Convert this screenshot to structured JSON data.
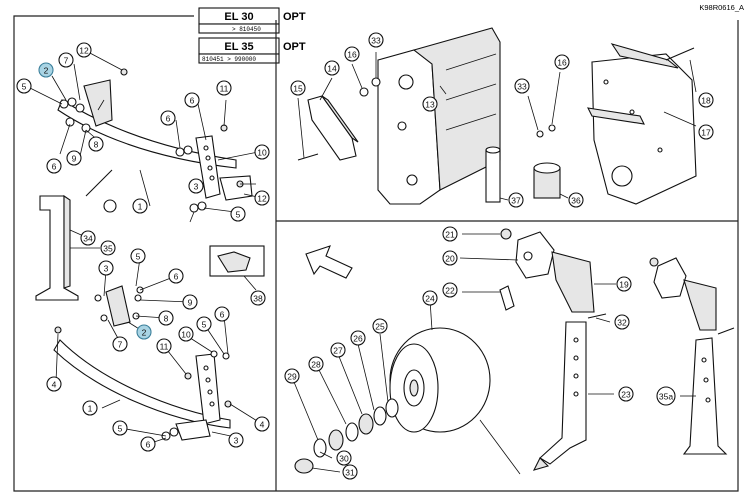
{
  "header": {
    "reference_code": "K98R0616_A",
    "models": [
      {
        "name": "EL 30",
        "option": "OPT",
        "serial_range": "> 810450"
      },
      {
        "name": "EL 35",
        "option": "OPT",
        "serial_range": "810451 > 990000"
      }
    ]
  },
  "colors": {
    "line": "#111111",
    "highlight_fill": "#a9d4e4",
    "highlight_stroke": "#3b7f9a"
  },
  "callouts": [
    {
      "id": "c-2a",
      "label": "2",
      "highlight": true
    },
    {
      "id": "c-7a",
      "label": "7"
    },
    {
      "id": "c-12a",
      "label": "12"
    },
    {
      "id": "c-5a",
      "label": "5"
    },
    {
      "id": "c-6a",
      "label": "6"
    },
    {
      "id": "c-9a",
      "label": "9"
    },
    {
      "id": "c-8a",
      "label": "8"
    },
    {
      "id": "c-1a",
      "label": "1"
    },
    {
      "id": "c-6b",
      "label": "6"
    },
    {
      "id": "c-6c",
      "label": "6"
    },
    {
      "id": "c-11a",
      "label": "11"
    },
    {
      "id": "c-10a",
      "label": "10"
    },
    {
      "id": "c-3a",
      "label": "3"
    },
    {
      "id": "c-12b",
      "label": "12"
    },
    {
      "id": "c-5b",
      "label": "5"
    },
    {
      "id": "c-34",
      "label": "34"
    },
    {
      "id": "c-35",
      "label": "35"
    },
    {
      "id": "c-38",
      "label": "38"
    },
    {
      "id": "c-3b",
      "label": "3"
    },
    {
      "id": "c-5c",
      "label": "5"
    },
    {
      "id": "c-6d",
      "label": "6"
    },
    {
      "id": "c-9b",
      "label": "9"
    },
    {
      "id": "c-8b",
      "label": "8"
    },
    {
      "id": "c-2b",
      "label": "2",
      "highlight": true
    },
    {
      "id": "c-7b",
      "label": "7"
    },
    {
      "id": "c-10b",
      "label": "10"
    },
    {
      "id": "c-5d",
      "label": "5"
    },
    {
      "id": "c-6e",
      "label": "6"
    },
    {
      "id": "c-11b",
      "label": "11"
    },
    {
      "id": "c-4a",
      "label": "4"
    },
    {
      "id": "c-4b",
      "label": "4"
    },
    {
      "id": "c-1b",
      "label": "1"
    },
    {
      "id": "c-5e",
      "label": "5"
    },
    {
      "id": "c-6f",
      "label": "6"
    },
    {
      "id": "c-3c",
      "label": "3"
    },
    {
      "id": "c-16a",
      "label": "16"
    },
    {
      "id": "c-33a",
      "label": "33"
    },
    {
      "id": "c-14",
      "label": "14"
    },
    {
      "id": "c-15",
      "label": "15"
    },
    {
      "id": "c-13",
      "label": "13"
    },
    {
      "id": "c-37",
      "label": "37"
    },
    {
      "id": "c-36",
      "label": "36"
    },
    {
      "id": "c-33b",
      "label": "33"
    },
    {
      "id": "c-16b",
      "label": "16"
    },
    {
      "id": "c-18",
      "label": "18"
    },
    {
      "id": "c-17",
      "label": "17"
    },
    {
      "id": "c-21",
      "label": "21"
    },
    {
      "id": "c-20",
      "label": "20"
    },
    {
      "id": "c-19",
      "label": "19"
    },
    {
      "id": "c-22",
      "label": "22"
    },
    {
      "id": "c-24",
      "label": "24"
    },
    {
      "id": "c-25",
      "label": "25"
    },
    {
      "id": "c-26",
      "label": "26"
    },
    {
      "id": "c-27",
      "label": "27"
    },
    {
      "id": "c-28",
      "label": "28"
    },
    {
      "id": "c-29",
      "label": "29"
    },
    {
      "id": "c-30",
      "label": "30"
    },
    {
      "id": "c-31",
      "label": "31"
    },
    {
      "id": "c-32",
      "label": "32"
    },
    {
      "id": "c-23",
      "label": "23"
    },
    {
      "id": "c-35a",
      "label": "35a"
    }
  ]
}
